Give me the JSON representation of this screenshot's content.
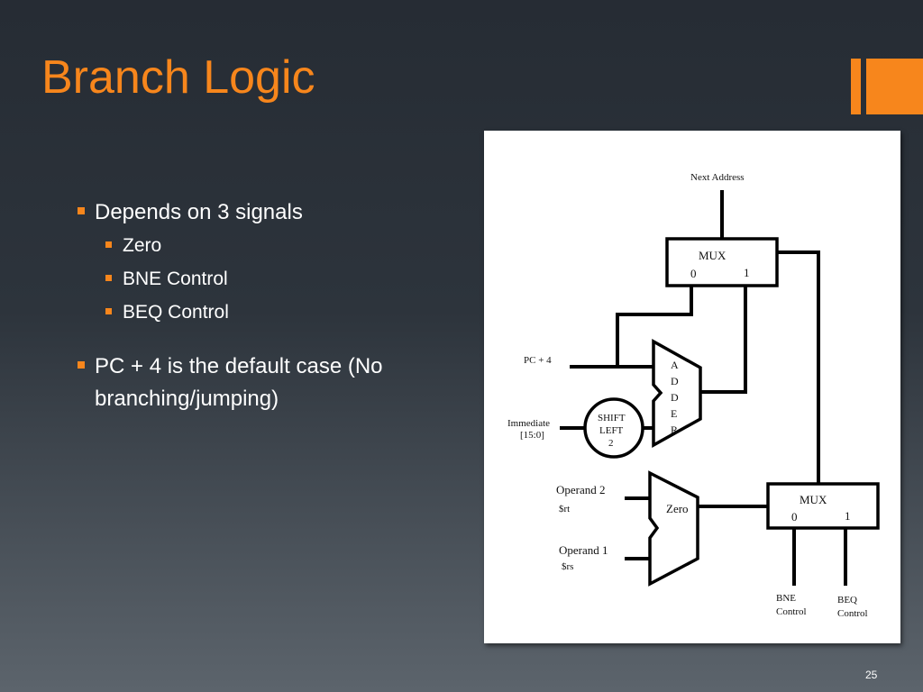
{
  "slide": {
    "title": "Branch Logic",
    "bullets": [
      {
        "text": "Depends on 3 signals",
        "sub": [
          "Zero",
          "BNE Control",
          "BEQ Control"
        ]
      },
      {
        "text": "PC + 4 is the default case (No branching/jumping)"
      }
    ],
    "page_number": "25"
  },
  "diagram": {
    "next_address": "Next Address",
    "mux_top": {
      "label": "MUX",
      "input0": "0",
      "input1": "1"
    },
    "pc_plus_4": "PC + 4",
    "adder_letters": [
      "A",
      "D",
      "D",
      "E",
      "R"
    ],
    "immediate": [
      "Immediate",
      "[15:0]"
    ],
    "shift": [
      "SHIFT",
      "LEFT",
      "2"
    ],
    "operand2": {
      "label": "Operand 2",
      "reg": "$rt"
    },
    "operand1": {
      "label": "Operand 1",
      "reg": "$rs"
    },
    "zero_unit": "Zero",
    "mux_bottom": {
      "label": "MUX",
      "input0": "0",
      "input1": "1"
    },
    "bne": [
      "BNE",
      "Control"
    ],
    "beq": [
      "BEQ",
      "Control"
    ]
  },
  "colors": {
    "accent": "#f7861c",
    "text": "#ffffff",
    "panel": "#ffffff"
  }
}
